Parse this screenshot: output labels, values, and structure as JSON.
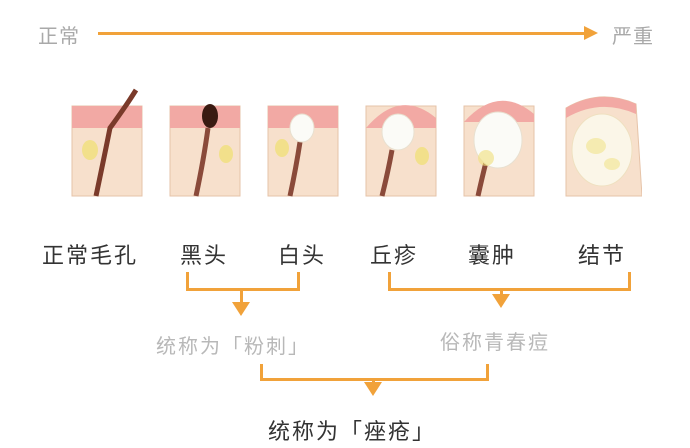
{
  "severity": {
    "left_label": "正常",
    "right_label": "严重",
    "arrow_color": "#f1a23a"
  },
  "stages": [
    {
      "label": "正常毛孔"
    },
    {
      "label": "黑头"
    },
    {
      "label": "白头"
    },
    {
      "label": "丘疹"
    },
    {
      "label": "囊肿"
    },
    {
      "label": "结节"
    }
  ],
  "groups": {
    "comedones": "统称为「粉刺」",
    "common_name": "俗称青春痘"
  },
  "final": "统称为「痤疮」",
  "colors": {
    "accent": "#f1a23a",
    "skin": "#f5d9c4",
    "skin_top": "#f2a9a4",
    "gray_text": "#b8b8b8"
  }
}
